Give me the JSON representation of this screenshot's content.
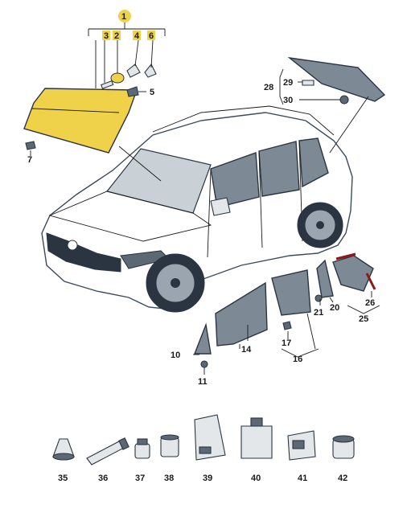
{
  "labels": {
    "n1": "1",
    "n2": "2",
    "n3": "3",
    "n4": "4",
    "n5": "5",
    "n6": "6",
    "n7": "7",
    "n10": "10",
    "n11": "11",
    "n14": "14",
    "n16": "16",
    "n17": "17",
    "n20": "20",
    "n21": "21",
    "n25": "25",
    "n26": "26",
    "n28": "28",
    "n29": "29",
    "n30": "30",
    "n35": "35",
    "n36": "36",
    "n37": "37",
    "n38": "38",
    "n39": "39",
    "n40": "40",
    "n41": "41",
    "n42": "42"
  },
  "highlight_color": "#f0d24a"
}
